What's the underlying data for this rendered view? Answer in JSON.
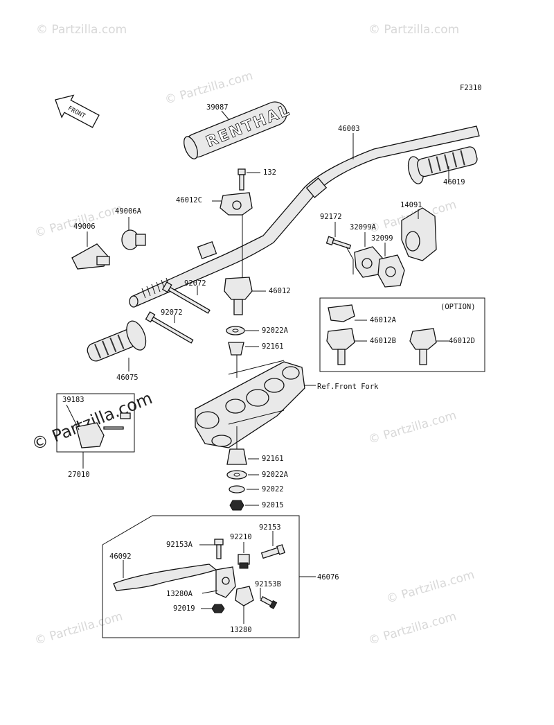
{
  "diagram": {
    "code": "F2310",
    "front_arrow_text": "FRONT",
    "pad_brand": "RENTHAL",
    "option_title": "(OPTION)",
    "ref_text": "Ref.Front Fork",
    "watermarks": [
      "© Partzilla.com",
      "© Partzilla.com",
      "© Partzilla.com",
      "© Partzilla.com",
      "© Partzilla.com",
      "© Partzilla.com",
      "© Partzilla.com",
      "© Partzilla.com",
      "© Partzilla.com"
    ],
    "watermark_center": "© Partzilla.com",
    "labels": {
      "p39087": "39087",
      "p46003": "46003",
      "p132": "132",
      "p46012C": "46012C",
      "p46019": "46019",
      "p49006A": "49006A",
      "p49006": "49006",
      "p14091": "14091",
      "p92172": "92172",
      "p32099A": "32099A",
      "p32099": "32099",
      "p92072a": "92072",
      "p46012": "46012",
      "p92072b": "92072",
      "p92022A_top": "92022A",
      "p92161_top": "92161",
      "p46012A": "46012A",
      "p46012B": "46012B",
      "p46012D": "46012D",
      "p46075": "46075",
      "p39183": "39183",
      "p27010": "27010",
      "p92161_bot": "92161",
      "p92022A_bot": "92022A",
      "p92022": "92022",
      "p92015": "92015",
      "p92153A": "92153A",
      "p92210": "92210",
      "p92153": "92153",
      "p46092": "46092",
      "p46076": "46076",
      "p13280A": "13280A",
      "p92153B": "92153B",
      "p92019": "92019",
      "p13280": "13280"
    }
  }
}
